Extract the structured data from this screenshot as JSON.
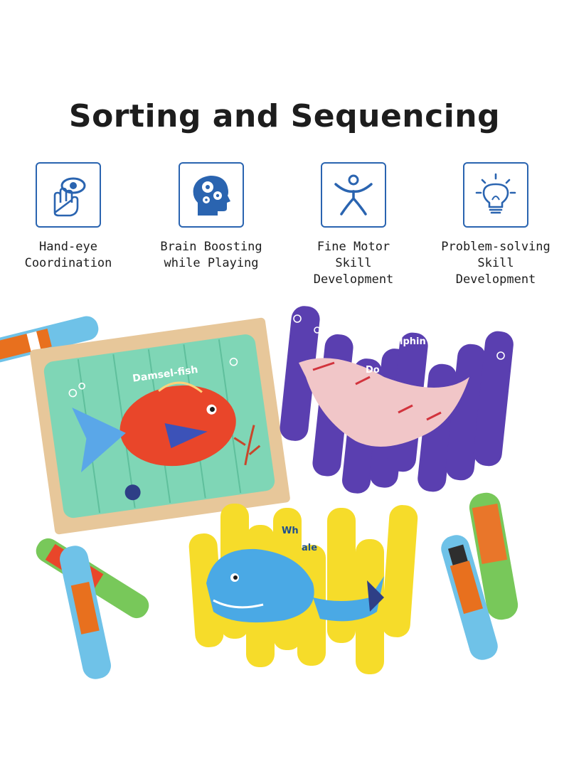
{
  "heading": "Sorting and Sequencing",
  "features": [
    {
      "icon": "hand-eye-icon",
      "label": "Hand-eye\nCoordination"
    },
    {
      "icon": "brain-gears-icon",
      "label": "Brain Boosting\nwhile Playing"
    },
    {
      "icon": "person-motion-icon",
      "label": "Fine Motor\nSkill\nDevelopment"
    },
    {
      "icon": "lightbulb-icon",
      "label": "Problem-solving\nSkill Development"
    }
  ],
  "puzzles": {
    "fish_board_label": "Damsel-fish",
    "dolphin_label_left": "Do",
    "dolphin_label_right": "lphin",
    "whale_label_left": "Wh",
    "whale_label_right": "ale"
  },
  "colors": {
    "icon_stroke": "#2a64b0",
    "fish_board": "#7fd6b6",
    "dolphin_sticks": "#5a3fb0",
    "whale_sticks": "#f6dc2a",
    "loose_sticks": "#6fc2e8"
  }
}
